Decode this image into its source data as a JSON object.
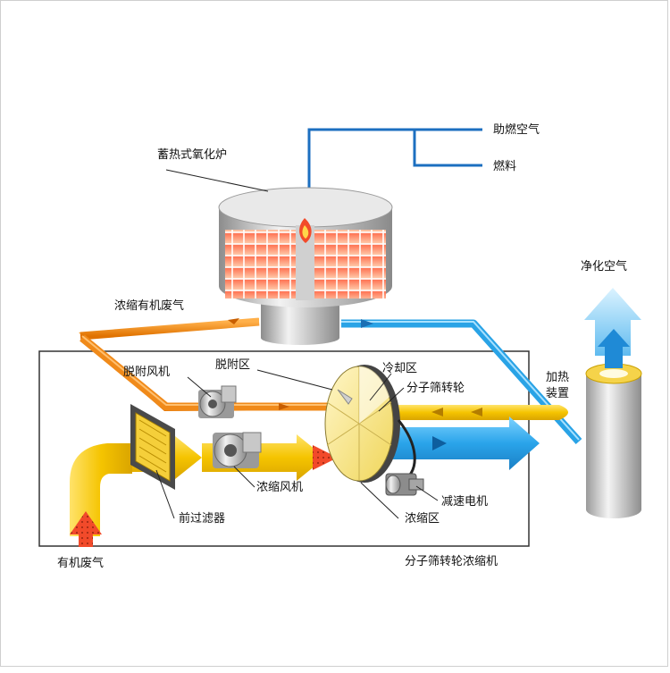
{
  "labels": {
    "rto": "蓄热式氧化炉",
    "combustion_air": "助燃空气",
    "fuel": "燃料",
    "clean_air": "净化空气",
    "concentrated_gas": "浓缩有机废气",
    "desorb_fan": "脱附风机",
    "desorb_zone": "脱附区",
    "cooling_zone": "冷却区",
    "sieve_wheel": "分子筛转轮",
    "heater_line1": "加热",
    "heater_line2": "装置",
    "concentrate_fan": "浓缩风机",
    "gear_motor": "减速电机",
    "pre_filter": "前过滤器",
    "concentrate_zone": "浓缩区",
    "voc_gas": "有机废气",
    "concentrator": "分子筛转轮浓缩机"
  },
  "colors": {
    "yellow_duct": "#f2c200",
    "orange_duct": "#f08a1a",
    "blue_duct": "#29a3e6",
    "light_blue": "#7fd0f5",
    "fuel_line": "#1c6fc0",
    "heater_red": "#f24a2a",
    "grey_body": "#b9b9b9"
  }
}
